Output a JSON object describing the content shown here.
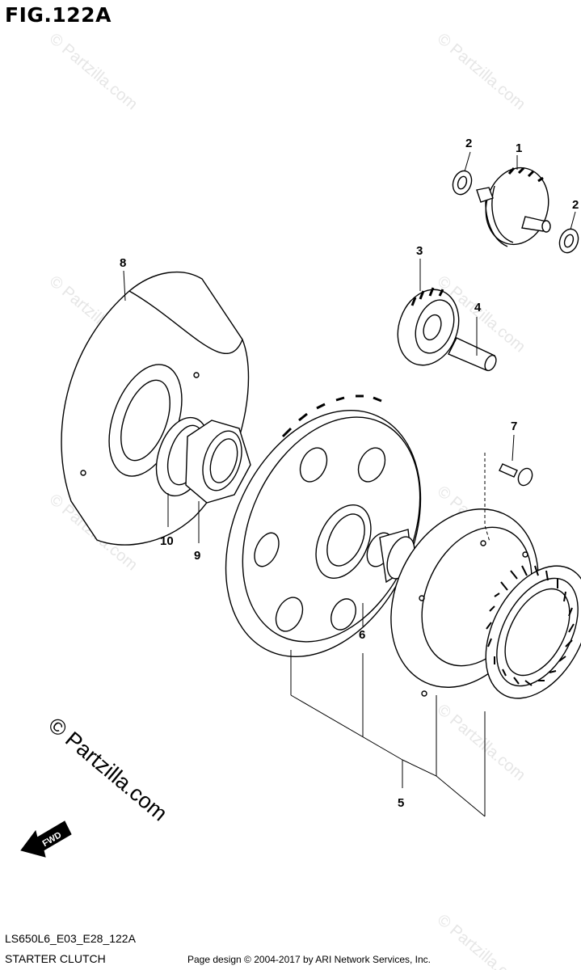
{
  "figure": {
    "title": "FIG.122A",
    "code": "LS650L6_E03_E28_122A",
    "name": "STARTER CLUTCH"
  },
  "footer": {
    "credit": "Page design © 2004-2017 by ARI Network Services, Inc."
  },
  "watermark": {
    "text": "© Partzilla.com"
  },
  "fwd_arrow": {
    "label": "FWD"
  },
  "callouts": [
    {
      "id": "c1",
      "label": "1"
    },
    {
      "id": "c2a",
      "label": "2"
    },
    {
      "id": "c2b",
      "label": "2"
    },
    {
      "id": "c3",
      "label": "3"
    },
    {
      "id": "c4",
      "label": "4"
    },
    {
      "id": "c5",
      "label": "5"
    },
    {
      "id": "c6",
      "label": "6"
    },
    {
      "id": "c7",
      "label": "7"
    },
    {
      "id": "c8",
      "label": "8"
    },
    {
      "id": "c9",
      "label": "9"
    },
    {
      "id": "c10",
      "label": "10"
    }
  ],
  "colors": {
    "line": "#000000",
    "background": "#ffffff",
    "watermark": "#e6e6e6"
  }
}
